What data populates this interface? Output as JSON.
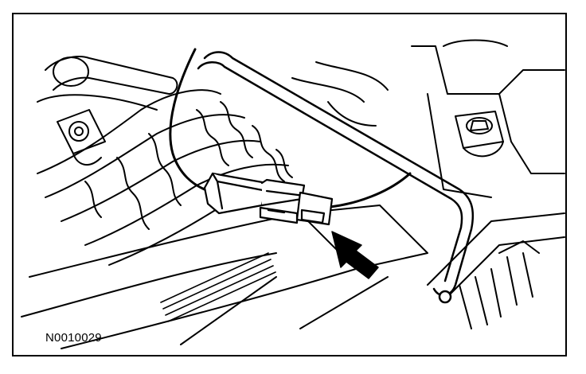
{
  "figure": {
    "code": "N0010029",
    "line_color": "#000000",
    "background_color": "#ffffff",
    "callout_arrow": "arrow-pointing-to-connector",
    "subject": "wiring-harness-electrical-connector"
  }
}
